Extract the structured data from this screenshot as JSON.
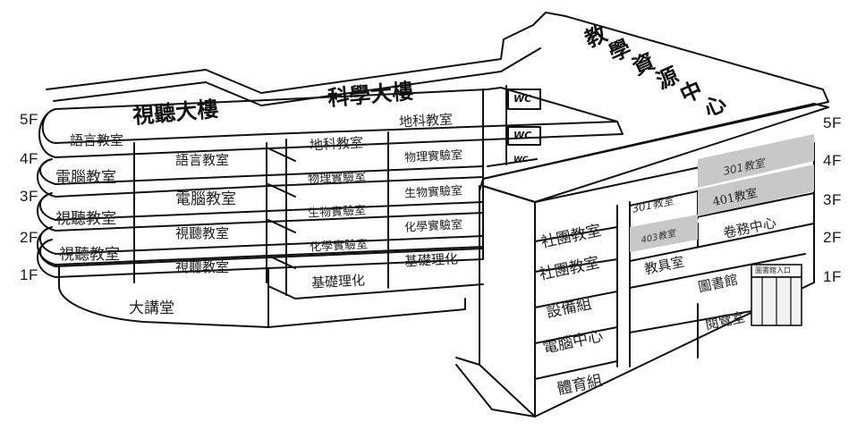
{
  "floors": [
    "5F",
    "4F",
    "3F",
    "2F",
    "1F"
  ],
  "buildings": {
    "audiovisual": "視聽大樓",
    "science": "科學大樓",
    "resource_center_chars": [
      "教",
      "學",
      "資",
      "源",
      "中",
      "心"
    ]
  },
  "audiovisual_rooms": {
    "f5": [
      "語言教室",
      "語言教室"
    ],
    "f4": [
      "電腦教室",
      "電腦教室"
    ],
    "f3": [
      "視聽教室",
      "視聽教室"
    ],
    "f2": [
      "視聽教室",
      "視聽教室"
    ],
    "f1": "大講堂"
  },
  "science_rooms": {
    "f5": [
      "地科教室",
      "地科教室"
    ],
    "f4": [
      "物理實驗室",
      "物理實驗室"
    ],
    "f3": [
      "生物實驗室",
      "生物實驗室"
    ],
    "f2": [
      "化學實驗室",
      "化學實驗室"
    ],
    "f1": [
      "基礎理化",
      "基礎理化"
    ],
    "wc": [
      "WC",
      "WC",
      "WC"
    ]
  },
  "resource_center_rooms": {
    "f5_right": "301教室",
    "f4": [
      "301教室",
      "401教室"
    ],
    "f3": [
      "社團教室",
      "403教室",
      "卷務中心"
    ],
    "f2": [
      "社團教室",
      "教具室"
    ],
    "f1": [
      "設備組",
      "圖書館"
    ],
    "lower": [
      "電腦中心",
      "閱覽室"
    ],
    "bottom": "體育組",
    "entrance_sign": "圖書館入口"
  }
}
